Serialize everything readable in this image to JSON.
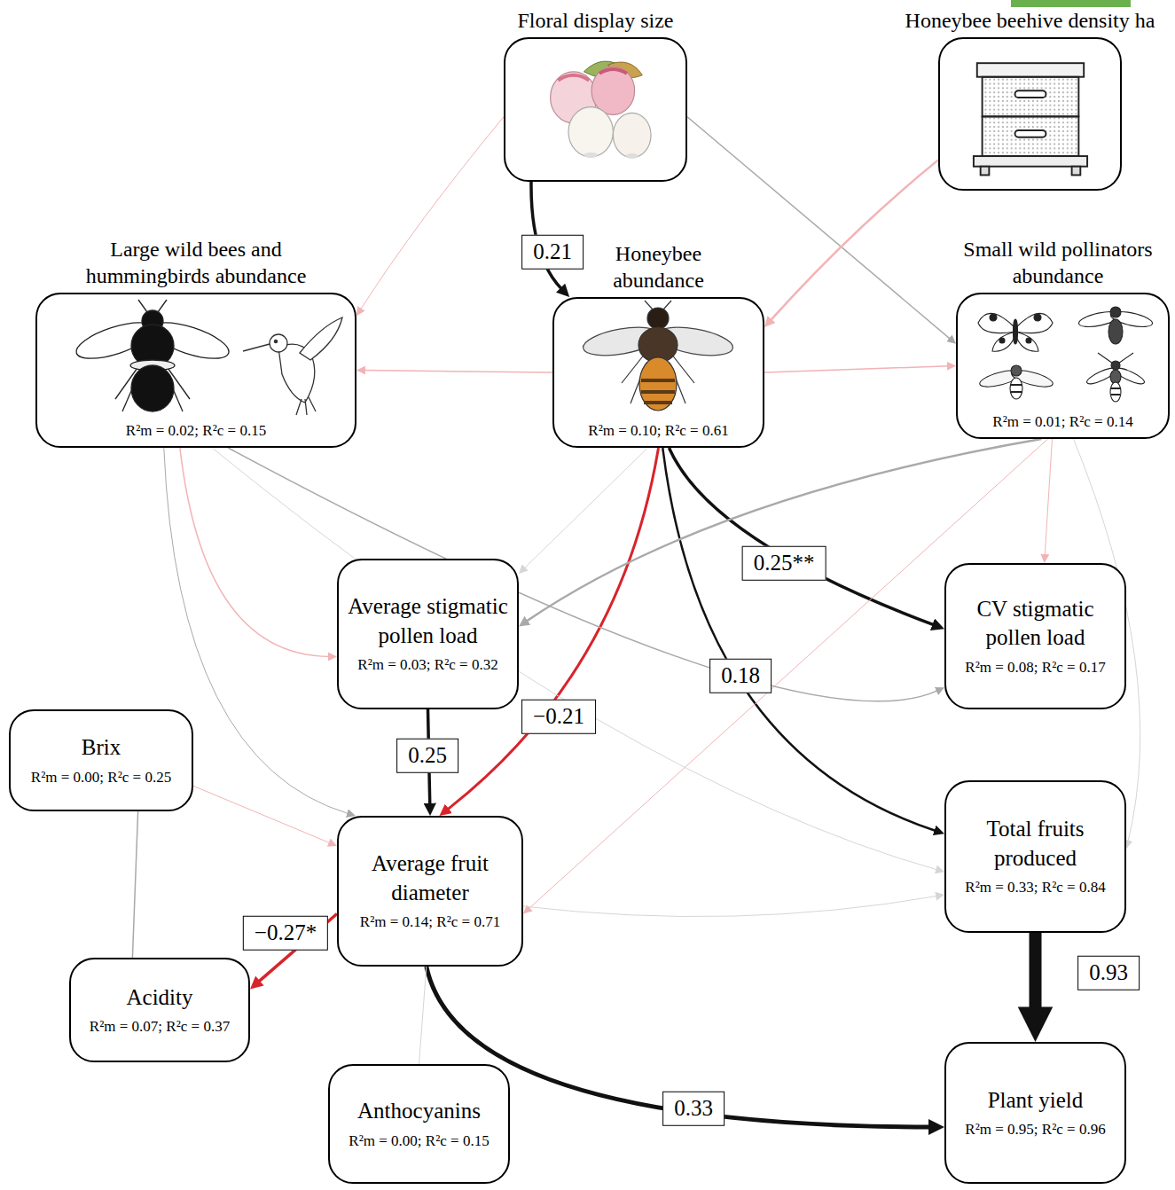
{
  "diagram": {
    "nodes": [
      {
        "text": [
          "Floral display size"
        ]
      },
      {
        "text": [
          "Honeybee beehive density ha"
        ]
      },
      {
        "text": [
          "Large wild bees and hummingbirds abundance",
          "R²m = 0.02; R²c = 0.15"
        ]
      },
      {
        "text": [
          "Honeybee abundance",
          "R²m = 0.10; R²c = 0.61"
        ]
      },
      {
        "text": [
          "Small wild pollinators abundance",
          "R²m = 0.01; R²c = 0.14"
        ]
      },
      {
        "text": [
          "Average stigmatic pollen load",
          "R²m = 0.03; R²c = 0.32"
        ]
      },
      {
        "text": [
          "CV stigmatic pollen load",
          "R²m = 0.08; R²c = 0.17"
        ]
      },
      {
        "text": [
          "Brix",
          "R²m = 0.00; R²c = 0.25"
        ]
      },
      {
        "text": [
          "Average fruit diameter",
          "R²m = 0.14; R²c = 0.71"
        ]
      },
      {
        "text": [
          "Total fruits produced",
          "R²m = 0.33; R²c = 0.84"
        ]
      },
      {
        "text": [
          "Acidity",
          "R²m = 0.07; R²c = 0.37"
        ]
      },
      {
        "text": [
          "Anthocyanins",
          "R²m = 0.00; R²c = 0.15"
        ]
      },
      {
        "text": [
          "Plant yield",
          "R²m = 0.95; R²c = 0.96"
        ]
      }
    ],
    "edges": [
      {
        "from": 0,
        "to": 3,
        "label": "0.21",
        "arrow": "to"
      },
      {
        "from": 0,
        "to": 2,
        "arrow": "to"
      },
      {
        "from": 0,
        "to": 4,
        "arrow": "to"
      },
      {
        "from": 1,
        "to": 3,
        "arrow": "to"
      },
      {
        "from": 3,
        "to": 2,
        "arrow": "to"
      },
      {
        "from": 3,
        "to": 4,
        "arrow": "to"
      },
      {
        "from": 3,
        "to": 8,
        "label": "−0.21",
        "arrow": "to"
      },
      {
        "from": 3,
        "to": 6,
        "label": "0.25**",
        "arrow": "to"
      },
      {
        "from": 3,
        "to": 9,
        "label": "0.18",
        "arrow": "to"
      },
      {
        "from": 3,
        "to": 5,
        "arrow": "to"
      },
      {
        "from": 4,
        "to": 5,
        "arrow": "to"
      },
      {
        "from": 4,
        "to": 6,
        "arrow": "to"
      },
      {
        "from": 4,
        "to": 8,
        "arrow": "to"
      },
      {
        "from": 4,
        "to": 9,
        "arrow": "to"
      },
      {
        "from": 2,
        "to": 5,
        "arrow": "to"
      },
      {
        "from": 2,
        "to": 8,
        "arrow": "to"
      },
      {
        "from": 2,
        "to": 6,
        "arrow": "to"
      },
      {
        "from": 2,
        "to": 9,
        "arrow": "to"
      },
      {
        "from": 5,
        "to": 8,
        "label": "0.25",
        "arrow": "to"
      },
      {
        "from": 8,
        "to": 10,
        "label": "−0.27*",
        "arrow": "to"
      },
      {
        "from": 8,
        "to": 12,
        "label": "0.33",
        "arrow": "to"
      },
      {
        "from": 9,
        "to": 12,
        "label": "0.93",
        "arrow": "to"
      },
      {
        "from": 7,
        "to": 10,
        "arrow": "none"
      },
      {
        "from": 7,
        "to": 8,
        "arrow": "to"
      },
      {
        "from": 8,
        "to": 11,
        "arrow": "none"
      },
      {
        "from": 8,
        "to": 9,
        "arrow": "to"
      }
    ]
  }
}
